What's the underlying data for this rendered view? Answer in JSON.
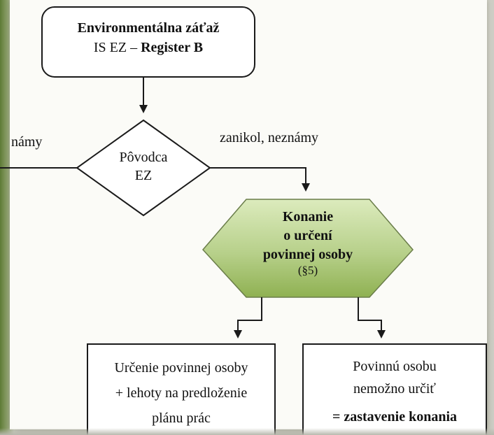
{
  "start_node": {
    "line1": "Environmentálna záťaž",
    "line2_prefix": "IS EZ – ",
    "line2_bold": "Register B"
  },
  "decision_node": {
    "line1": "Pôvodca",
    "line2": "EZ"
  },
  "edge_labels": {
    "left": "námy",
    "right": "zanikol, neznámy"
  },
  "process_node": {
    "line1": "Konanie",
    "line2": "o určení",
    "line3": "povinnej osoby",
    "line4": "(§5)"
  },
  "result_left": {
    "line1": "Určenie povinnej osoby",
    "line2": "+ lehoty na predloženie",
    "line3": "plánu prác"
  },
  "result_right": {
    "line1": "Povinnú osobu",
    "line2": "nemožno určiť",
    "line3": "= zastavenie konania"
  },
  "colors": {
    "hexagon_fill_top": "#d9e8b8",
    "hexagon_fill_bottom": "#96b85a",
    "line": "#1a1a1a"
  }
}
